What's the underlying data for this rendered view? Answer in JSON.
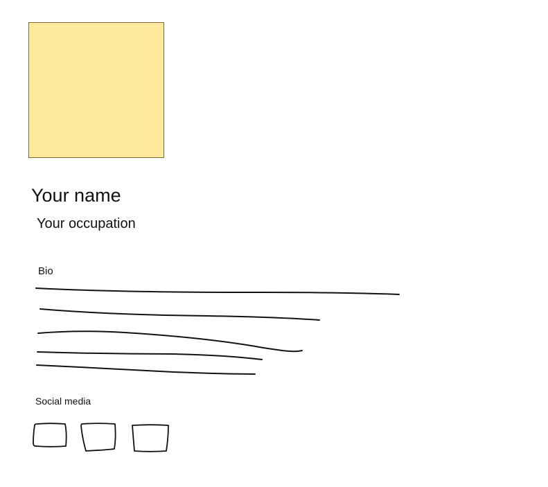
{
  "profile": {
    "name": "Your name",
    "occupation": "Your occupation",
    "photo_color": "#fee89b"
  },
  "bio": {
    "label": "Bio"
  },
  "social": {
    "label": "Social media",
    "icons": [
      "social-media-icon",
      "social-media-icon",
      "social-media-icon"
    ]
  },
  "colors": {
    "ink": "#111111",
    "photo_fill": "#fee89b",
    "photo_border": "#7a6b3a"
  }
}
